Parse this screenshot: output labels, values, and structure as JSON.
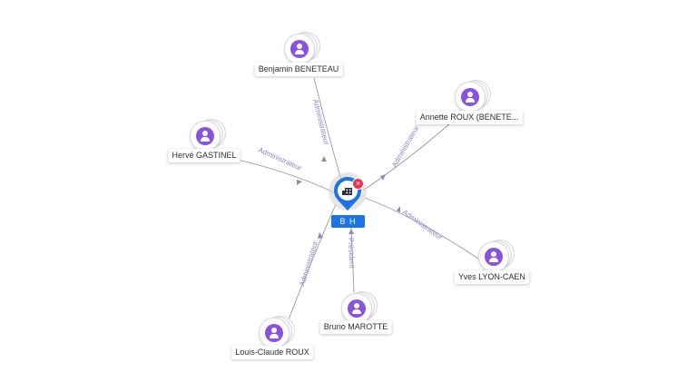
{
  "company": {
    "label": "B H",
    "close_symbol": "×",
    "icon": "building-icon",
    "color": "#1a73e8"
  },
  "people": [
    {
      "id": "benjamin",
      "name": "Benjamin BENETEAU",
      "role": "Administrateur"
    },
    {
      "id": "annette",
      "name": "Annette ROUX (BENETE...",
      "role": "Administrateur"
    },
    {
      "id": "herve",
      "name": "Hervé GASTINEL",
      "role": "Administrateur"
    },
    {
      "id": "yves",
      "name": "Yves LYON-CAEN",
      "role": "Administrateur"
    },
    {
      "id": "louis",
      "name": "Louis-Claude ROUX",
      "role": "Administrateur"
    },
    {
      "id": "bruno",
      "name": "Bruno MAROTTE",
      "role": "Président"
    }
  ],
  "colors": {
    "person_icon": "#8a52e0",
    "edge": "#9a9aa8",
    "edge_label": "#8b86c8",
    "close_badge": "#e8334d"
  }
}
